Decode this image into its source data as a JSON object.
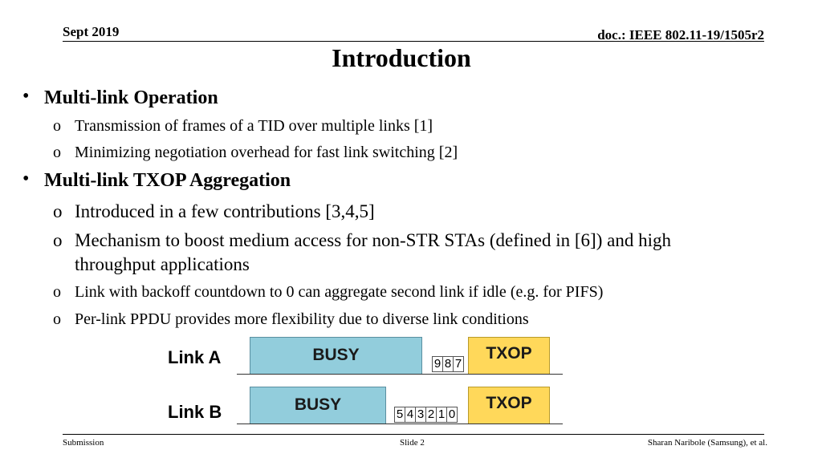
{
  "header": {
    "date": "Sept 2019",
    "doc_id": "doc.: IEEE 802.11-19/1505r2"
  },
  "title": "Introduction",
  "bullets": [
    {
      "symbol": "•",
      "text": "Multi-link Operation",
      "subs": [
        {
          "marker": "o",
          "text": "Transmission of frames of a TID over multiple links [1]"
        },
        {
          "marker": "o",
          "text": "Minimizing negotiation overhead for fast link switching [2]"
        }
      ]
    },
    {
      "symbol": "•",
      "text": "Multi-link TXOP Aggregation",
      "subs": [
        {
          "marker": "o",
          "text": "Introduced in a few contributions [3,4,5]"
        },
        {
          "marker": "o",
          "text": "Mechanism to boost medium access for non-STR STAs (defined in [6]) and high",
          "cont": "throughput applications"
        },
        {
          "marker": "o",
          "text": "Link with backoff countdown to 0 can aggregate second link if idle (e.g. for PIFS)"
        },
        {
          "marker": "o",
          "text": "Per-link PPDU provides more flexibility due to diverse link conditions"
        }
      ]
    }
  ],
  "diagram": {
    "link_a": {
      "label": "Link A",
      "busy": "BUSY",
      "txop": "TXOP",
      "counter": [
        "9",
        "8",
        "7"
      ]
    },
    "link_b": {
      "label": "Link B",
      "busy": "BUSY",
      "txop": "TXOP",
      "counter": [
        "5",
        "4",
        "3",
        "2",
        "1",
        "0"
      ]
    },
    "colors": {
      "busy": "#92cddc",
      "txop": "#ffd85a"
    }
  },
  "footer": {
    "left": "Submission",
    "center": "Slide 2",
    "right": "Sharan Naribole (Samsung), et al."
  }
}
